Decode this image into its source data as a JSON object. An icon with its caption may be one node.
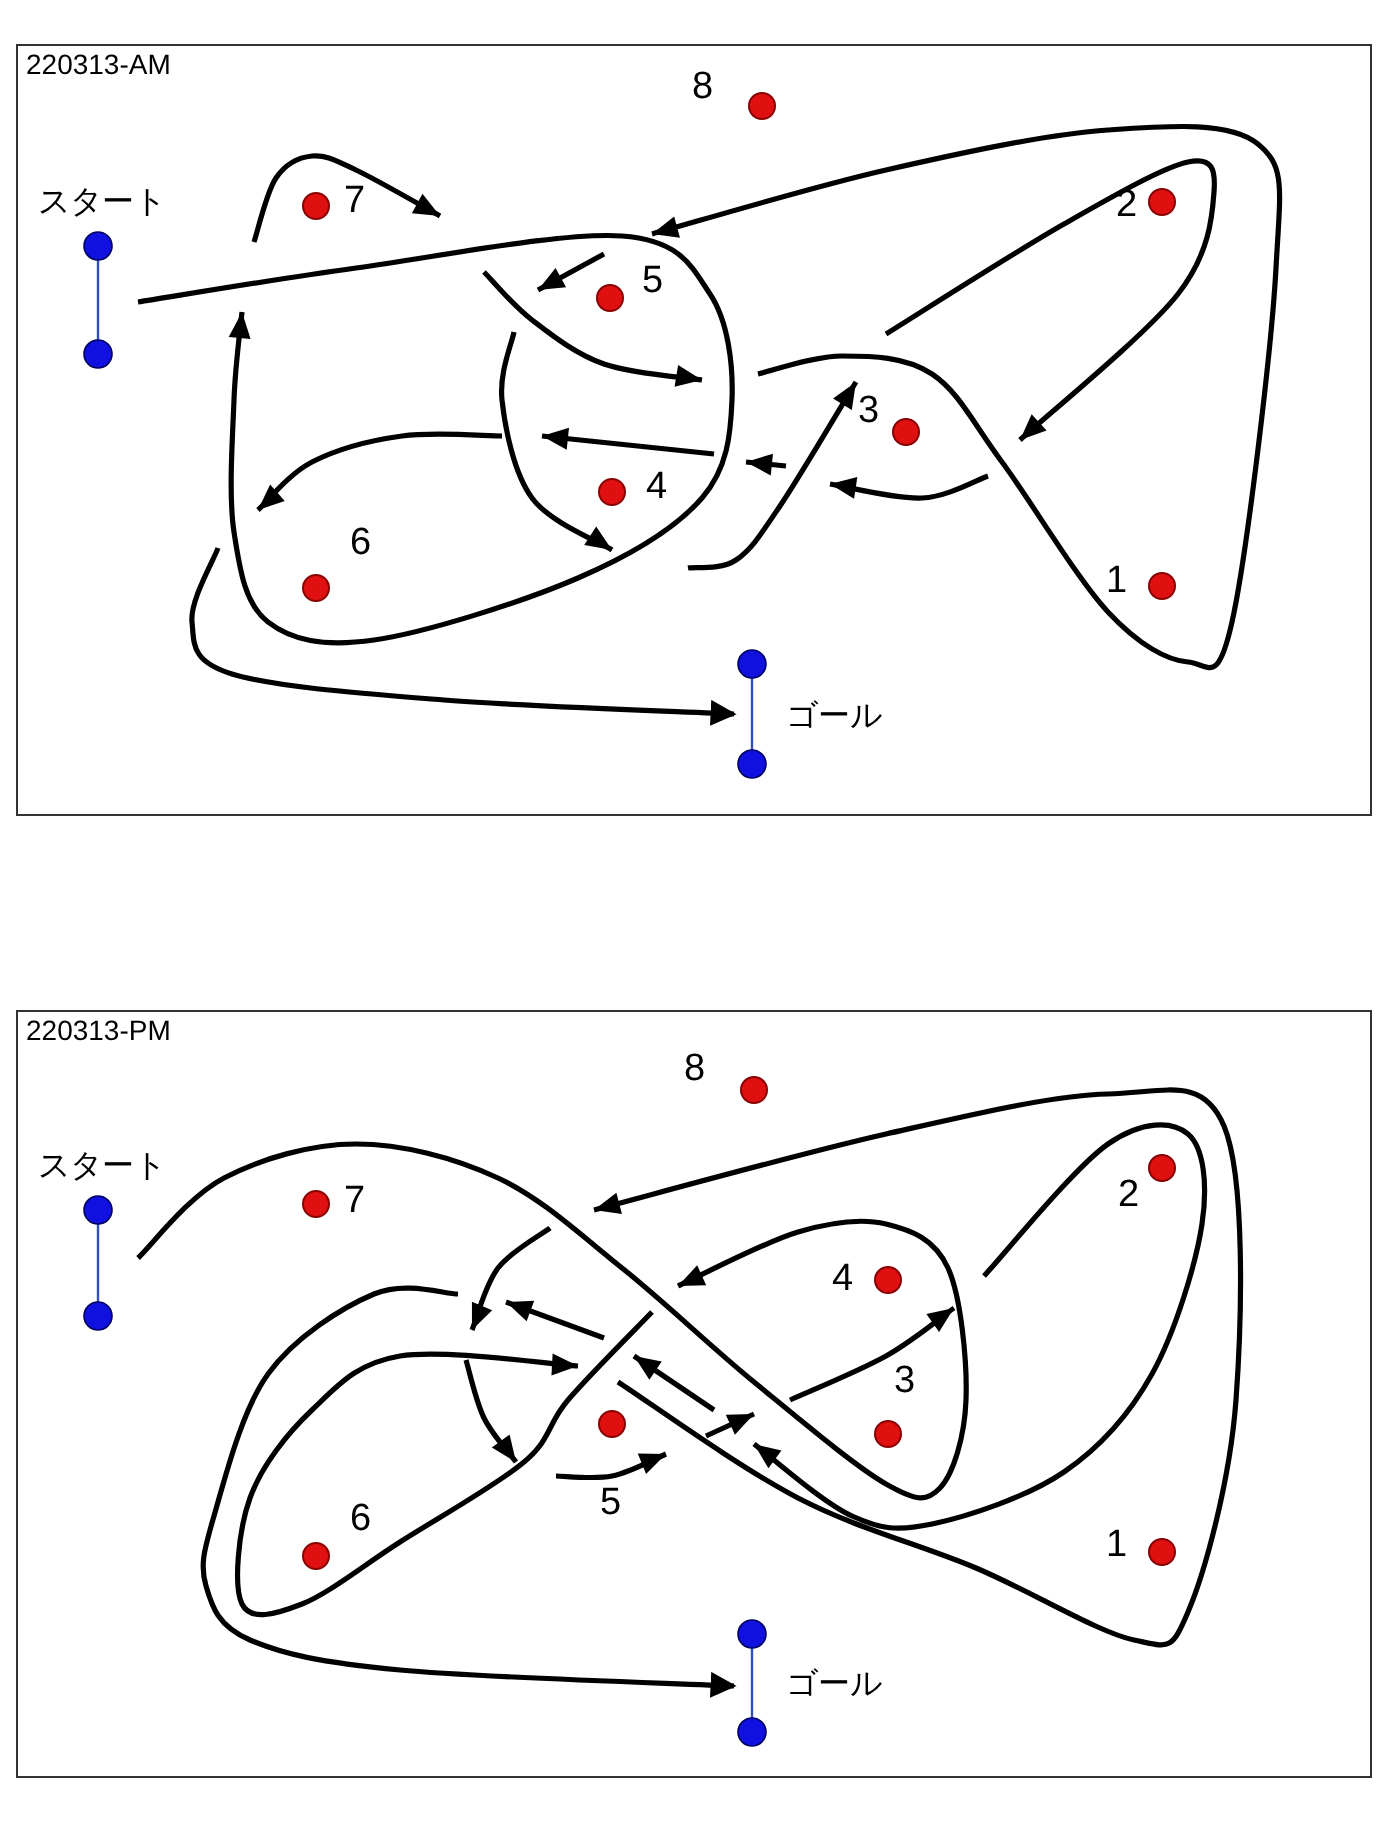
{
  "diagram": {
    "nodes": [
      {
        "text": [
          "220313-AM"
        ]
      },
      {
        "text": [
          "8"
        ],
        "in": 0
      },
      {
        "text": [
          "スタート"
        ],
        "in": 0
      },
      {
        "text": [
          "7"
        ],
        "in": 0
      },
      {
        "text": [
          "2"
        ],
        "in": 0
      },
      {
        "text": [
          "5"
        ],
        "in": 0
      },
      {
        "text": [
          "3"
        ],
        "in": 0
      },
      {
        "text": [
          "4"
        ],
        "in": 0
      },
      {
        "text": [
          "6"
        ],
        "in": 0
      },
      {
        "text": [
          "1"
        ],
        "in": 0
      },
      {
        "text": [
          "ゴール"
        ],
        "in": 0
      },
      {
        "text": [
          "220313-PM"
        ]
      },
      {
        "text": [
          "8"
        ],
        "in": 11
      },
      {
        "text": [
          "スタート"
        ],
        "in": 11
      },
      {
        "text": [
          "7"
        ],
        "in": 11
      },
      {
        "text": [
          "2"
        ],
        "in": 11
      },
      {
        "text": [
          "4"
        ],
        "in": 11
      },
      {
        "text": [
          "3"
        ],
        "in": 11
      },
      {
        "text": [
          "5"
        ],
        "in": 11
      },
      {
        "text": [
          "6"
        ],
        "in": 11
      },
      {
        "text": [
          "1"
        ],
        "in": 11
      },
      {
        "text": [
          "ゴール"
        ],
        "in": 11
      }
    ]
  }
}
